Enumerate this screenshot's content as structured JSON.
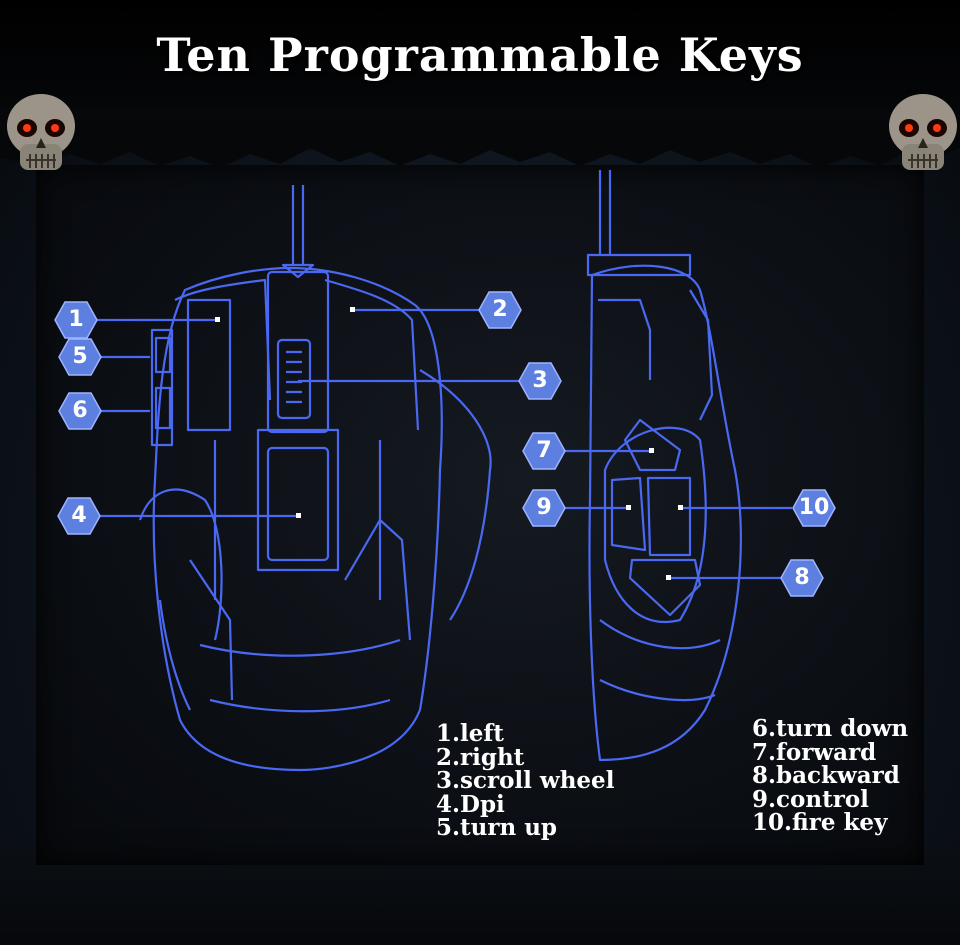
{
  "title": "Ten Programmable Keys",
  "colors": {
    "outline": "#4a68f2",
    "badge": "#5d7fe0",
    "text": "#ffffff"
  },
  "icons": {
    "left": "skull-icon",
    "right": "skull-icon"
  },
  "keys": [
    {
      "num": "1",
      "label": "1.left"
    },
    {
      "num": "2",
      "label": "2.right"
    },
    {
      "num": "3",
      "label": "3.scroll wheel"
    },
    {
      "num": "4",
      "label": "4.Dpi"
    },
    {
      "num": "5",
      "label": "5.turn up"
    },
    {
      "num": "6",
      "label": "6.turn down"
    },
    {
      "num": "7",
      "label": "7.forward"
    },
    {
      "num": "8",
      "label": "8.backward"
    },
    {
      "num": "9",
      "label": "9.control"
    },
    {
      "num": "10",
      "label": "10.fire key"
    }
  ]
}
